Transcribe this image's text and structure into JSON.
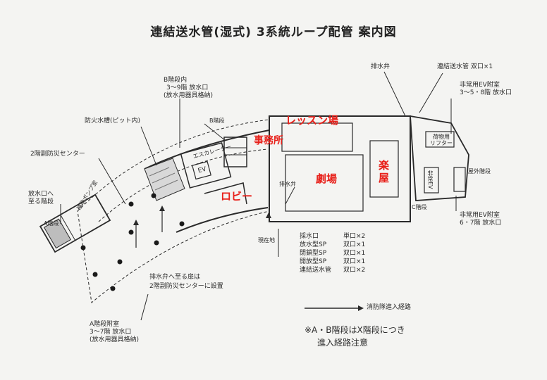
{
  "title": "連結送水管(湿式) 3系統ループ配管 案内図",
  "labels": {
    "b_stair_inner": [
      "B階段内",
      "3〜9階 放水口",
      "(放水用器具格納)"
    ],
    "fire_tank": "防火水槽(ピット内)",
    "b_stair": "B階段",
    "center_2f": "2階副防災センター",
    "outlet_stairs": [
      "放水口へ",
      "至る階段"
    ],
    "a_stair": "A階段",
    "pump_room": "補助ポンプ室",
    "escalator": "エスカレーター",
    "ev": "EV",
    "drain_top": "排水弁",
    "connection_top": "連結送水管 双口×1",
    "ev_annex_top": [
      "非常用EV附室",
      "3〜5・8階 放水口"
    ],
    "lift": [
      "荷物用",
      "リフター"
    ],
    "outdoor_stair": "屋外階段",
    "c_stair": "C階段",
    "ev_annex_bottom": [
      "非常用EV附室",
      "6・7階 放水口"
    ],
    "emergency_ev": "非常EV",
    "drain_lobby": "排水弁",
    "current_location": "現在地",
    "drain_door_note": [
      "排水弁へ至る扉は",
      "2階副防災センターに設置"
    ],
    "a_stair_annex": [
      "A階段附室",
      "3〜7階 放水口",
      "(放水用器具格納)"
    ],
    "fire_route": "消防隊進入経路",
    "note": [
      "※A・B階段はX階段につき",
      "進入経路注意"
    ]
  },
  "rooms": {
    "lesson": "レッスン場",
    "office": "事務所",
    "gakuya": [
      "楽",
      "屋"
    ],
    "theater": "劇場",
    "lobby": "ロビー"
  },
  "equipment": [
    {
      "name": "採水口",
      "qty": "単口×2"
    },
    {
      "name": "放水型SP",
      "qty": "双口×1"
    },
    {
      "name": "閉鎖型SP",
      "qty": "双口×1"
    },
    {
      "name": "開放型SP",
      "qty": "双口×1"
    },
    {
      "name": "連結送水管",
      "qty": "双口×2"
    }
  ],
  "colors": {
    "room_text": "#e8201a",
    "line": "#2a2a2a"
  }
}
